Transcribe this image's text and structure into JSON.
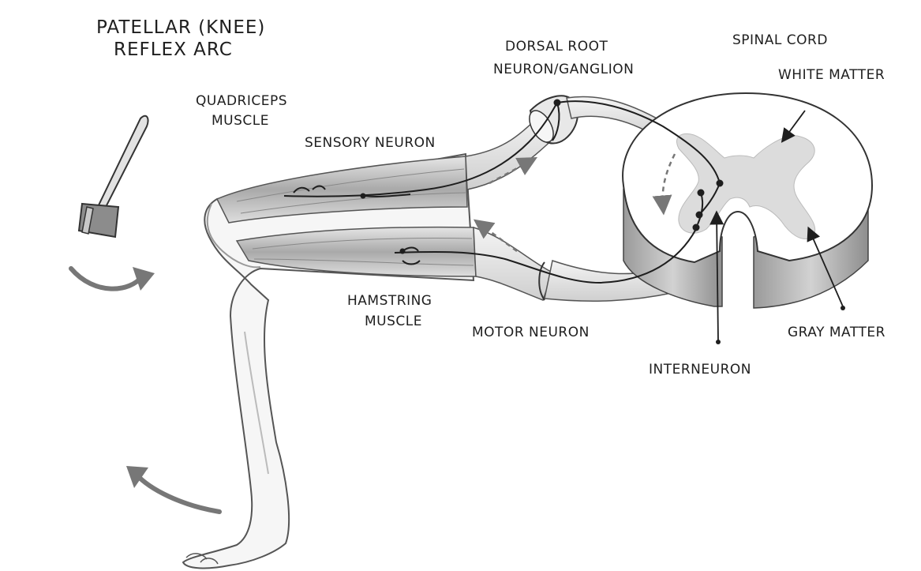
{
  "title": {
    "line1": "PATELLAR (KNEE)",
    "line2": "REFLEX ARC"
  },
  "labels": {
    "quadriceps_line1": "QUADRICEPS",
    "quadriceps_line2": "MUSCLE",
    "sensory_neuron": "SENSORY NEURON",
    "dorsal_root_line1": "DORSAL ROOT",
    "dorsal_root_line2": "NEURON/GANGLION",
    "spinal_cord": "SPINAL CORD",
    "white_matter": "WHITE MATTER",
    "hamstring_line1": "HAMSTRING",
    "hamstring_line2": "MUSCLE",
    "motor_neuron": "MOTOR NEURON",
    "gray_matter": "GRAY MATTER",
    "interneuron": "INTERNEURON"
  },
  "colors": {
    "ink": "#1e1e1e",
    "skin": "#f4f4f4",
    "muscle": "#bdbdbd",
    "cord_white": "#ffffff",
    "cord_gray": "#dcdcdc",
    "arrow_gray": "#777777"
  }
}
